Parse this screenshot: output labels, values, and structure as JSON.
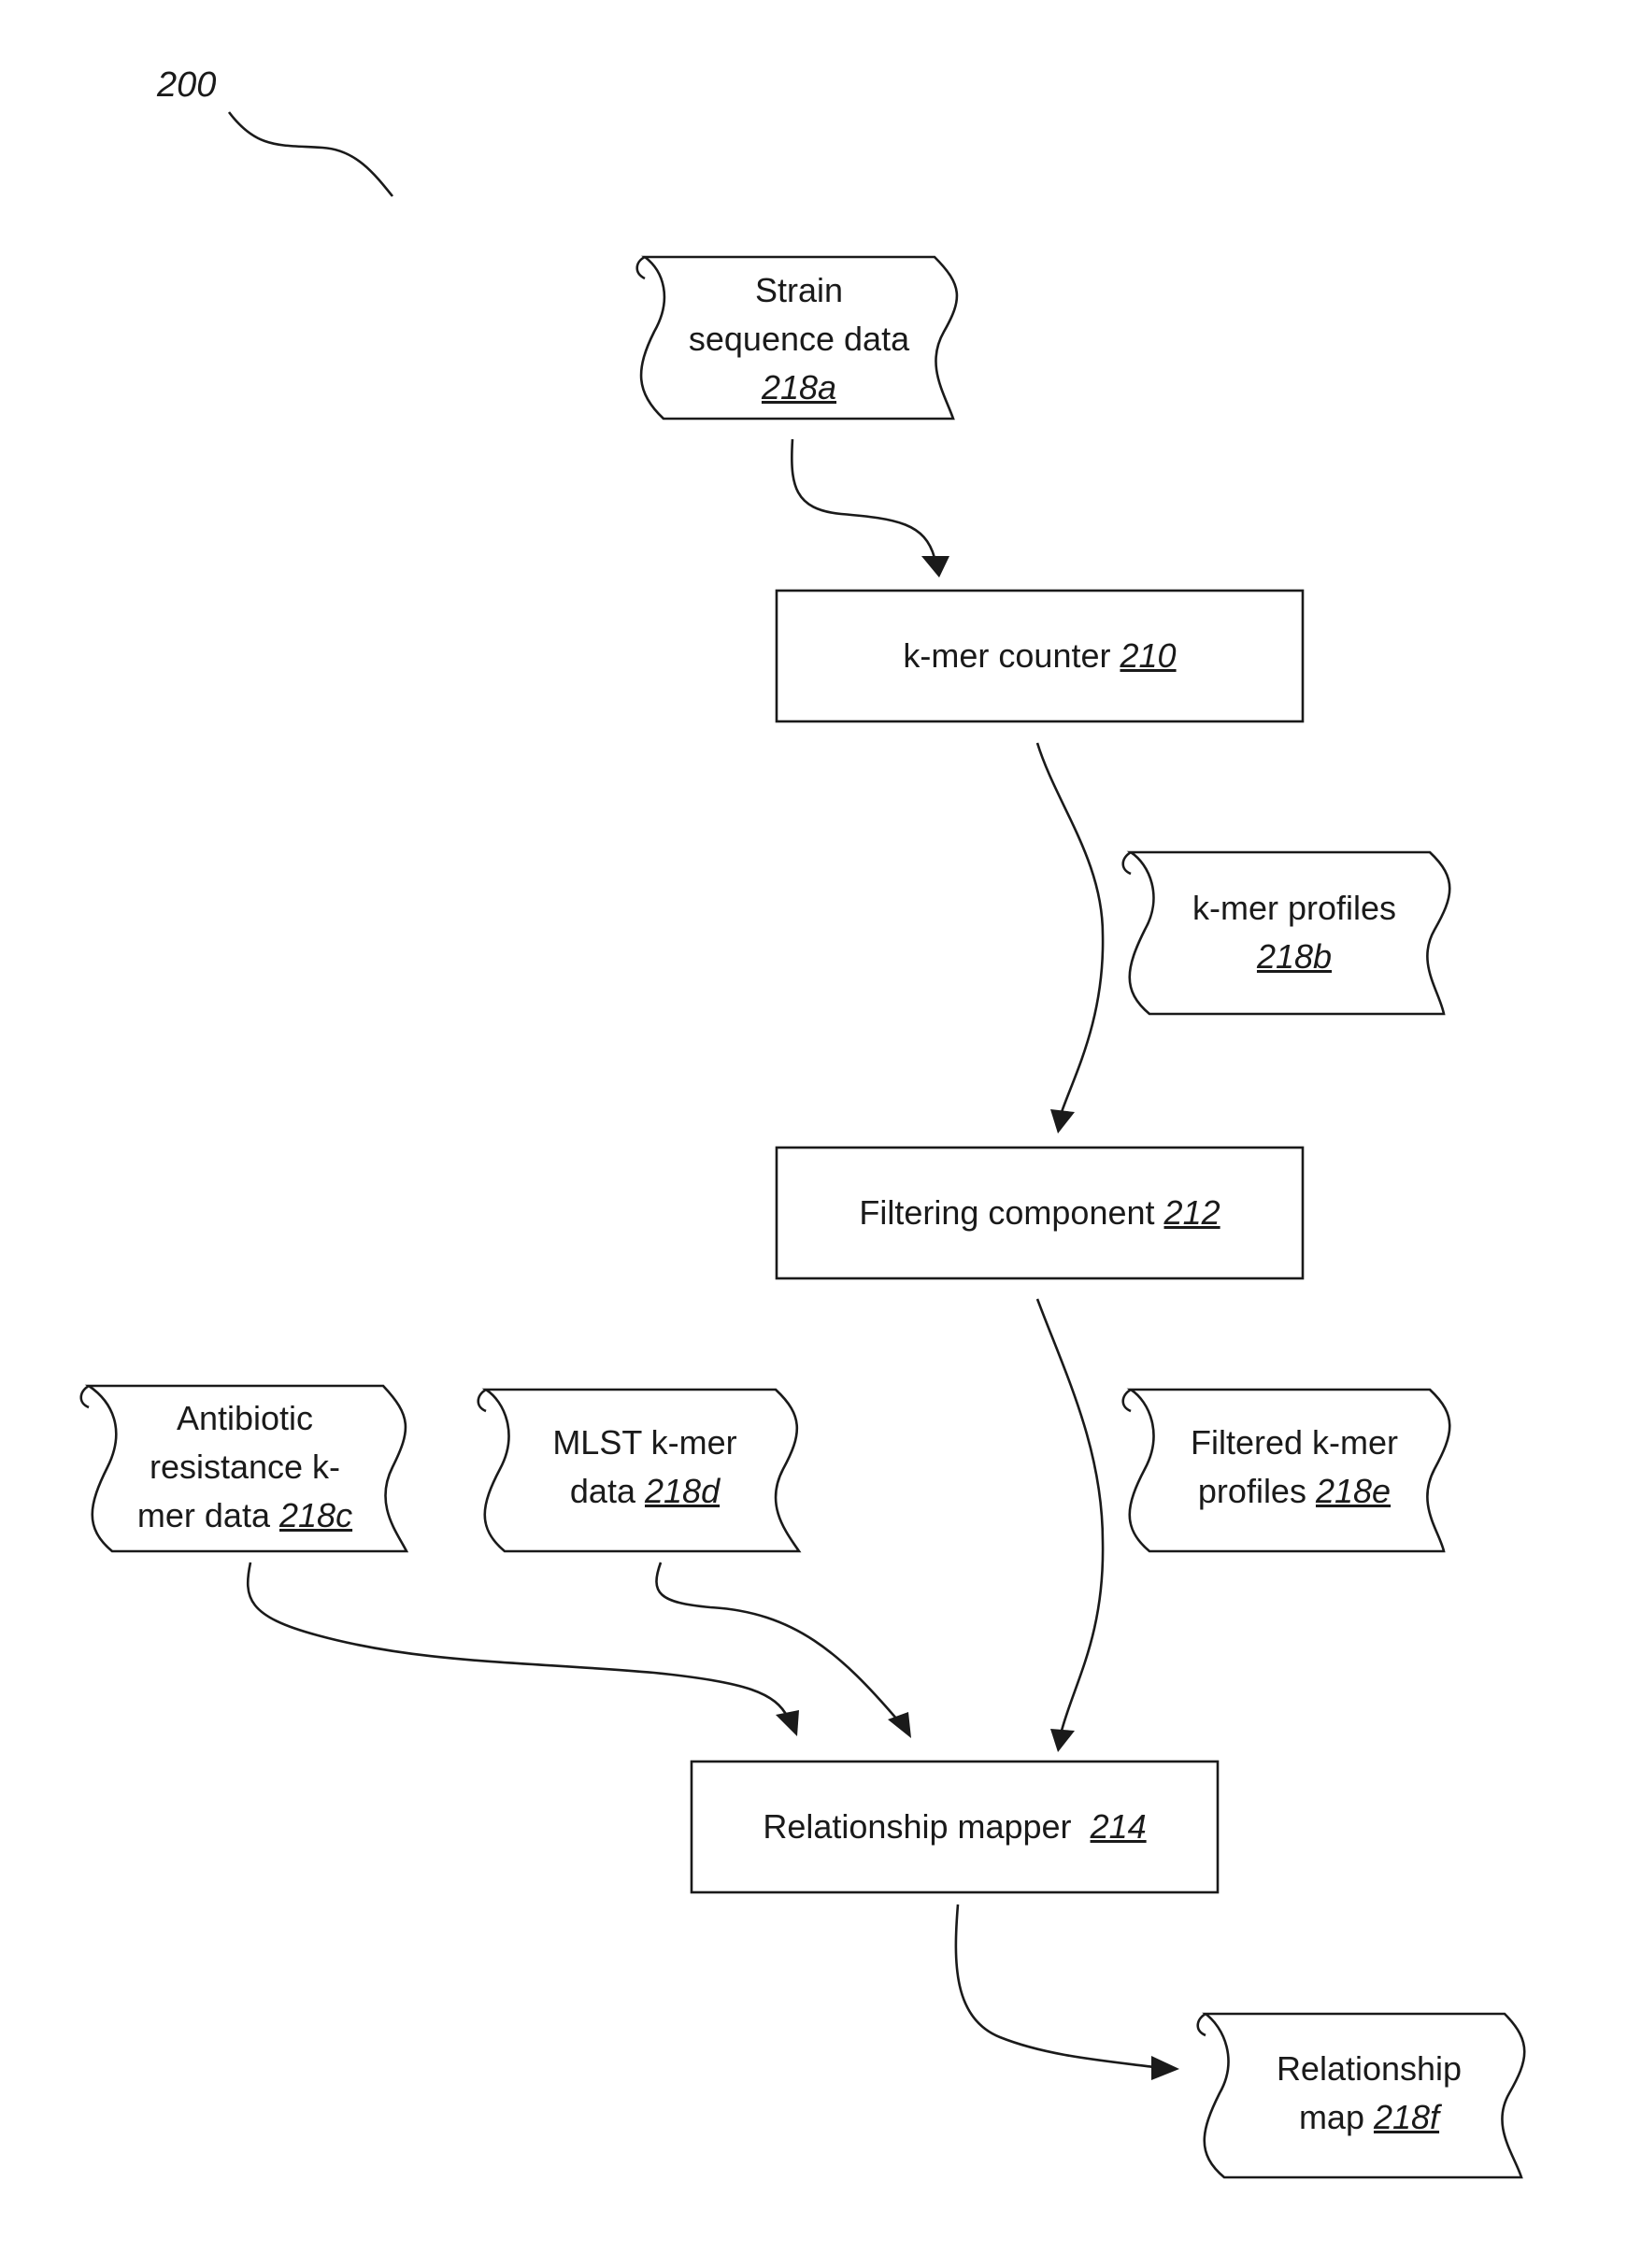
{
  "figure": {
    "label": "200"
  },
  "nodes": {
    "strain_sequence_data": {
      "line1": "Strain",
      "line2": "sequence data",
      "ref": "218a"
    },
    "kmer_counter": {
      "label": "k-mer counter",
      "ref": "210"
    },
    "kmer_profiles": {
      "line1": "k-mer profiles",
      "ref": "218b"
    },
    "filtering_component": {
      "label": "Filtering component",
      "ref": "212"
    },
    "antibiotic_resistance": {
      "line1": "Antibiotic",
      "line2": "resistance k-",
      "line3": "mer data",
      "ref": "218c"
    },
    "mlst_kmer_data": {
      "line1": "MLST k-mer",
      "line2": "data",
      "ref": "218d"
    },
    "filtered_kmer_profiles": {
      "line1": "Filtered k-mer",
      "line2": "profiles",
      "ref": "218e"
    },
    "relationship_mapper": {
      "label": "Relationship mapper",
      "ref": "214"
    },
    "relationship_map": {
      "line1": "Relationship",
      "line2": "map",
      "ref": "218f"
    }
  }
}
